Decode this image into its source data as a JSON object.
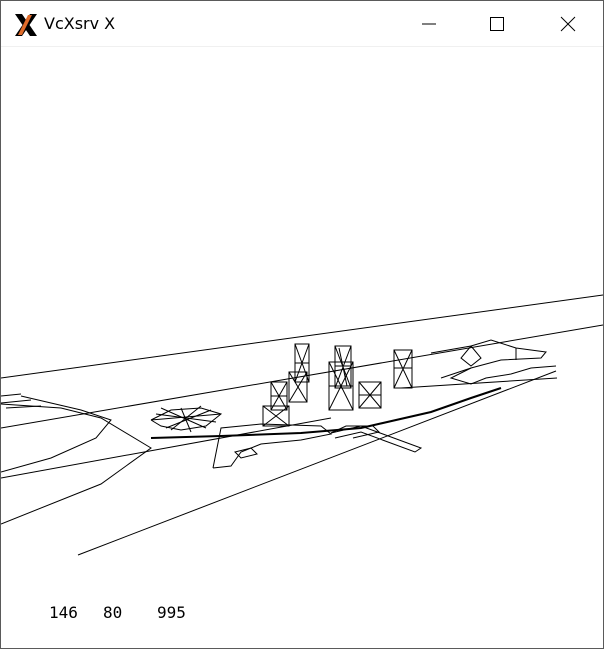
{
  "window": {
    "title": "VcXsrv X",
    "icon": "x-logo-icon",
    "controls": [
      "minimize-icon",
      "maximize-icon",
      "close-icon"
    ]
  },
  "readout": {
    "x": "146",
    "y": "80",
    "z": "995"
  },
  "colors": {
    "background": "#ffffff",
    "lines": "#000000",
    "icon_accent": "#e06b2a"
  }
}
